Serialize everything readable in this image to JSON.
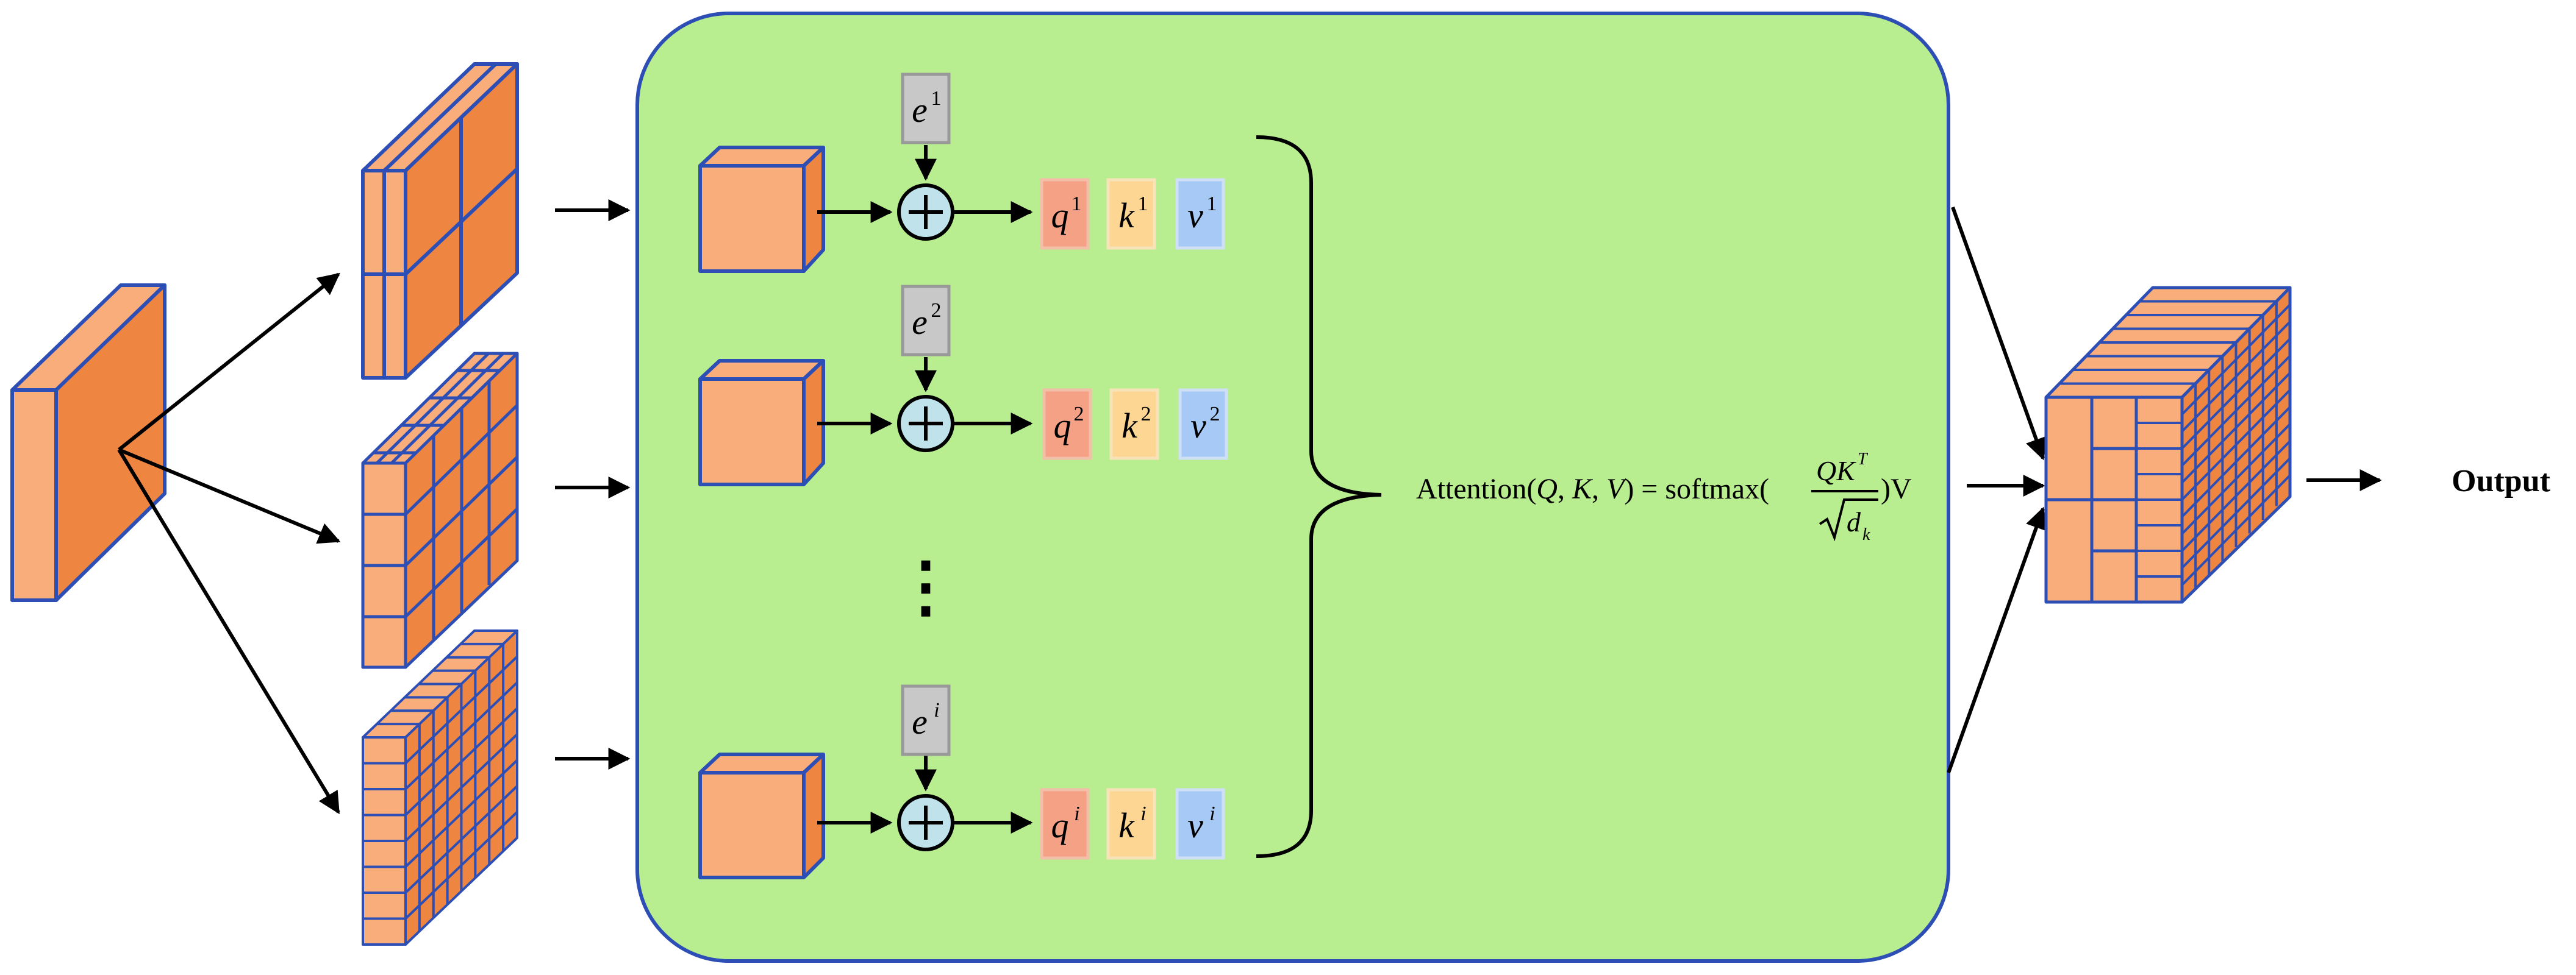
{
  "colors": {
    "cube_front": "#F9AD7B",
    "cube_dark": "#EE8540",
    "cube_edge": "#2D4FB5",
    "panel_fill": "#B9EE90",
    "panel_edge": "#2D4FB5",
    "e_box": "#C8C8C8",
    "q_box": "#F5A186",
    "k_box": "#FDD694",
    "v_box": "#A7C9F5",
    "plus_fill": "#BFE2EB",
    "arrow": "#000000"
  },
  "embeddings": [
    {
      "base": "e",
      "sup": "1"
    },
    {
      "base": "e",
      "sup": "2"
    },
    {
      "base": "e",
      "sup": "i"
    }
  ],
  "qkv_rows": [
    {
      "q": "q",
      "k": "k",
      "v": "v",
      "sup": "1"
    },
    {
      "q": "q",
      "k": "k",
      "v": "v",
      "sup": "2"
    },
    {
      "q": "q",
      "k": "k",
      "v": "v",
      "sup": "i"
    }
  ],
  "plus_symbol": "+",
  "ellipsis": "⋮",
  "formula": {
    "lead": "Attention(",
    "Q": "Q",
    "comma1": ", ",
    "K": "K",
    "comma2": ", ",
    "V": "V",
    "eq": ") = softmax(",
    "num_QK": "QK",
    "num_sup": "T",
    "den_d": "d",
    "den_sub": "k",
    "tail": ")V"
  },
  "output_label": "Output",
  "icons": {
    "plus": "plus-circle-icon",
    "arrow": "arrow-icon",
    "brace": "right-brace-icon",
    "sqrt": "radical-icon"
  }
}
